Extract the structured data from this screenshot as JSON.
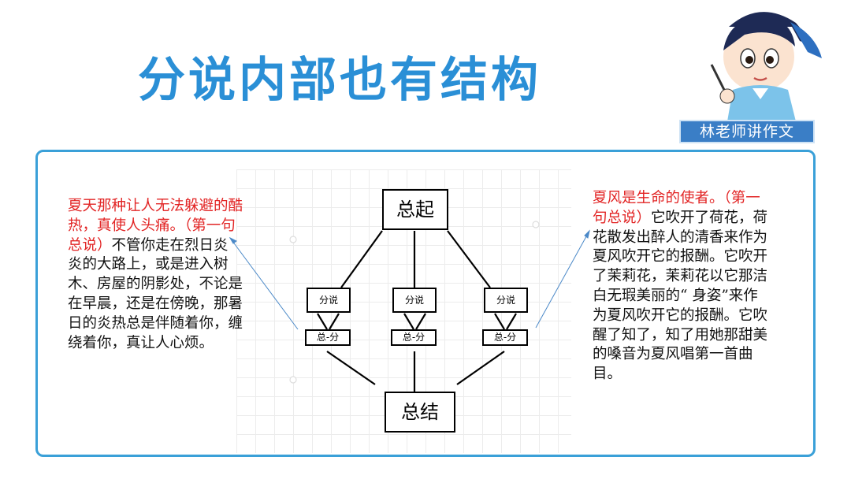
{
  "title": "分说内部也有结构",
  "brand_label": "林老师讲作文",
  "colors": {
    "title": "#2a8fd6",
    "frame": "#3aa0d8",
    "highlight": "#e22525",
    "brand_bg": "#3a7ec6"
  },
  "diagram": {
    "top_node": "总起",
    "branches": [
      {
        "label": "分说",
        "sub_label": "总-分"
      },
      {
        "label": "分说",
        "sub_label": "总-分"
      },
      {
        "label": "分说",
        "sub_label": "总-分"
      }
    ],
    "bottom_node": "总结"
  },
  "left_text": {
    "highlight": "夏天那种让人无法躲避的酷热，真使人头痛。（第一句总说）",
    "body": "不管你走在烈日炎炎的大路上，或是进入树木、房屋的阴影处，不论是在早晨，还是在傍晚，那暑日的炎热总是伴随着你，缠绕着你，真让人心烦。"
  },
  "right_text": {
    "highlight": "夏风是生命的使者。（第一句总说）",
    "body": "它吹开了荷花，荷花散发出醉人的清香来作为夏风吹开它的报酬。它吹开了茉莉花，茉莉花以它那洁白无瑕美丽的“ 身姿”来作为夏风吹开它的报酬。它吹醒了知了，知了用她那甜美的嗓音为夏风唱第一首曲目。"
  }
}
